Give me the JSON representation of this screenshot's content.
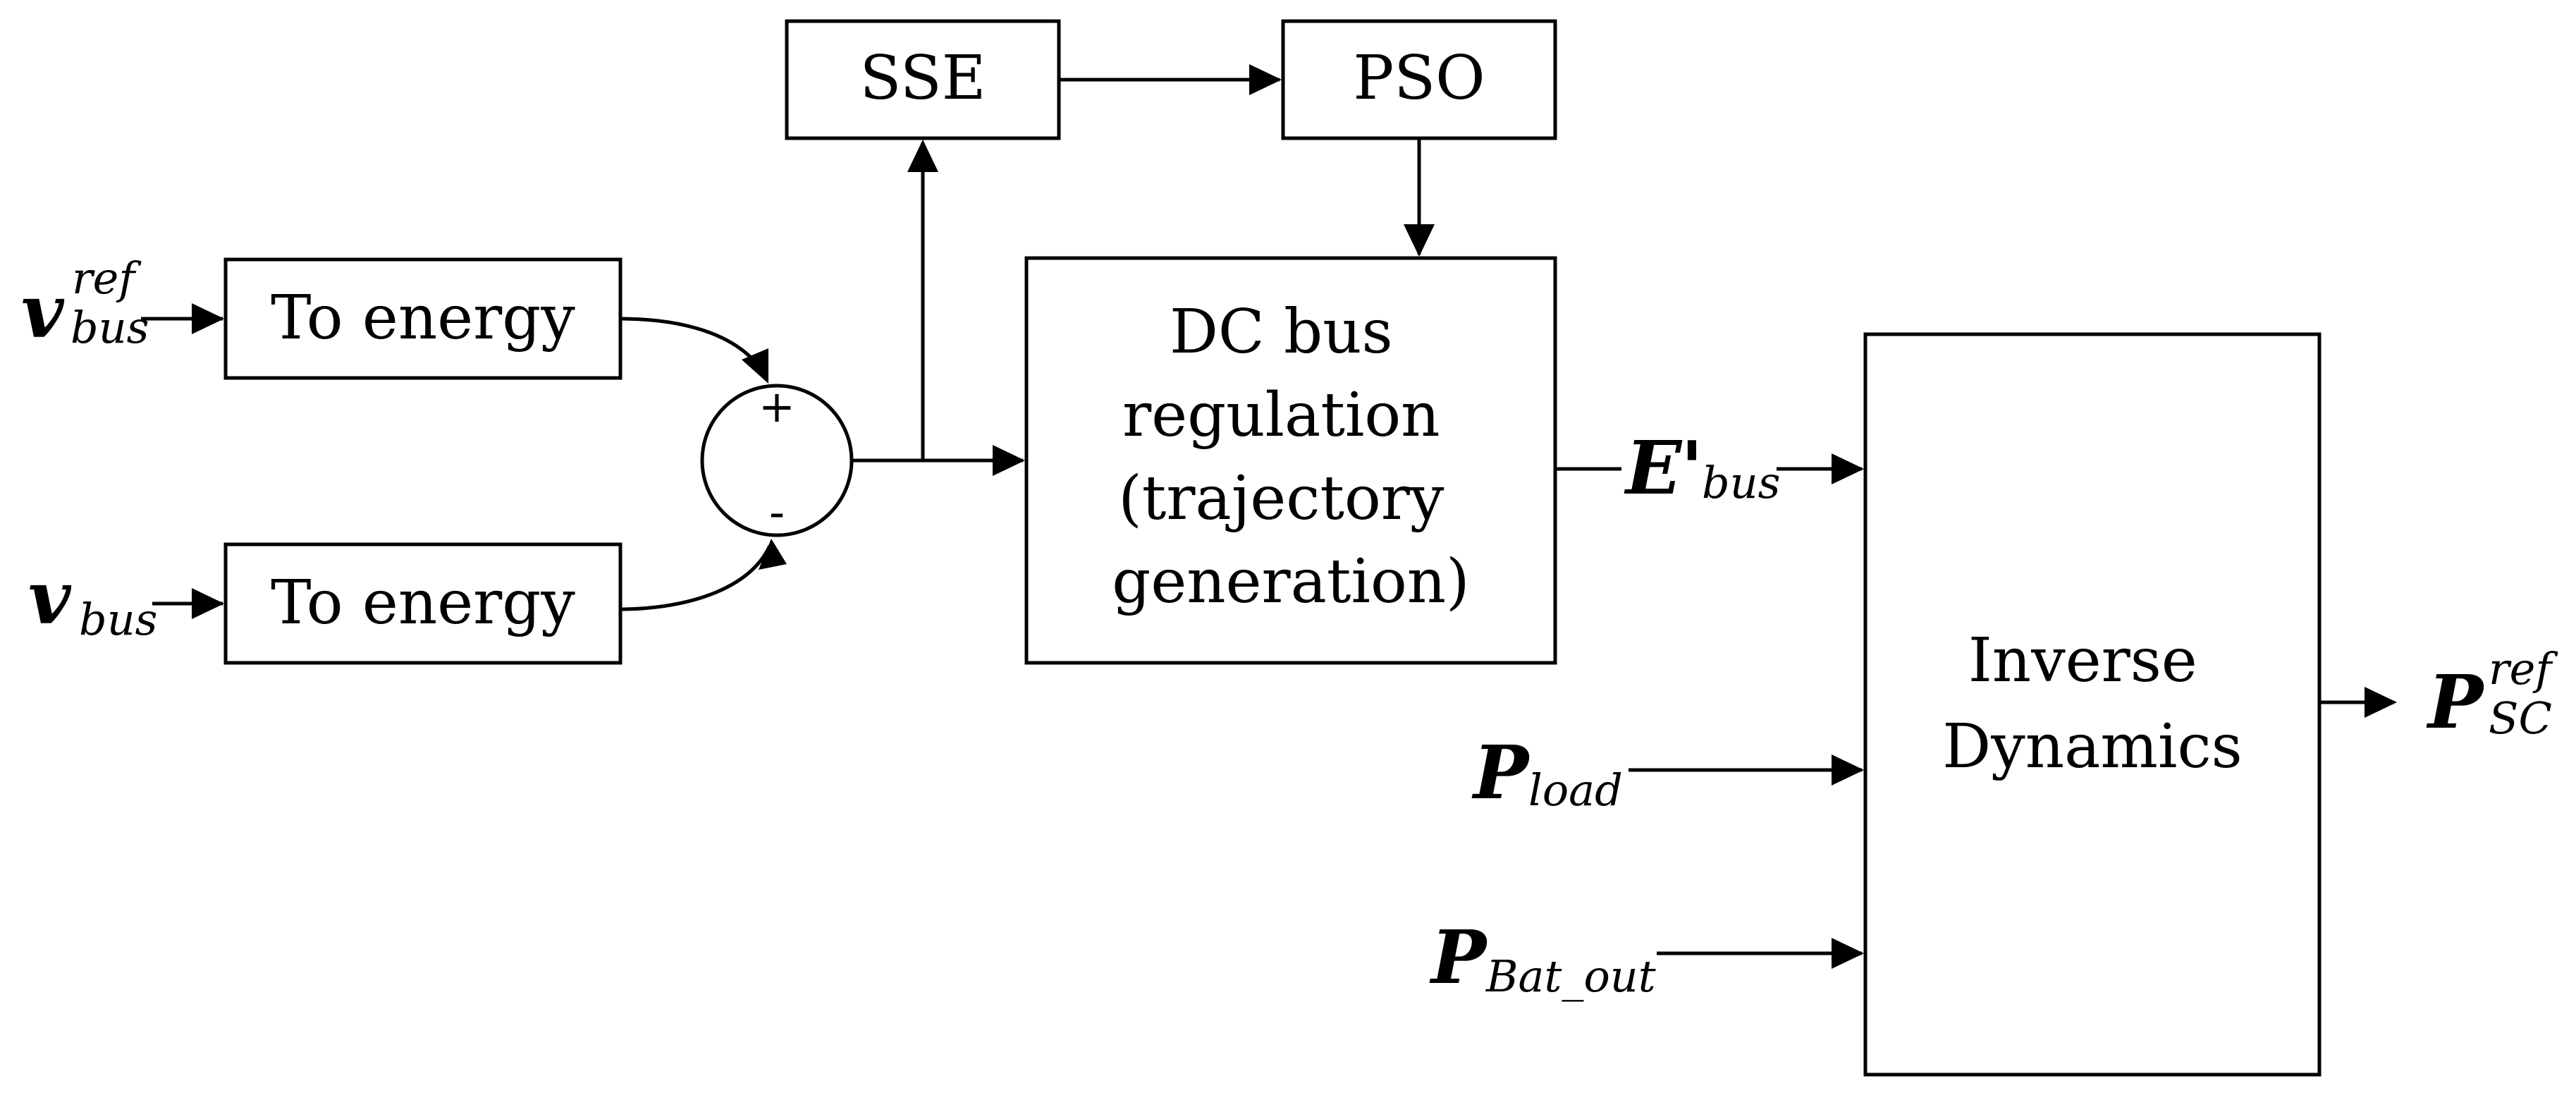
{
  "blocks": {
    "to_energy_top": "To energy",
    "to_energy_bottom": "To energy",
    "sse": "SSE",
    "pso": "PSO",
    "dc_bus": [
      "DC bus",
      "regulation",
      "(trajectory",
      "generation)"
    ],
    "inverse_dynamics": [
      "Inverse",
      "Dynamics"
    ]
  },
  "summer": {
    "plus": "+",
    "minus": "-"
  },
  "signals": {
    "v_bus_ref": {
      "symbol": "v",
      "sub": "bus",
      "sup": "ref"
    },
    "v_bus": {
      "symbol": "v",
      "sub": "bus"
    },
    "e_bus": {
      "symbol": "E",
      "prime": "'",
      "sub": "bus"
    },
    "p_load": {
      "symbol": "P",
      "sub": "load"
    },
    "p_bat_out": {
      "symbol": "P",
      "sub": "Bat_out"
    },
    "p_sc_ref": {
      "symbol": "P",
      "sub": "SC",
      "sup": "ref"
    }
  }
}
